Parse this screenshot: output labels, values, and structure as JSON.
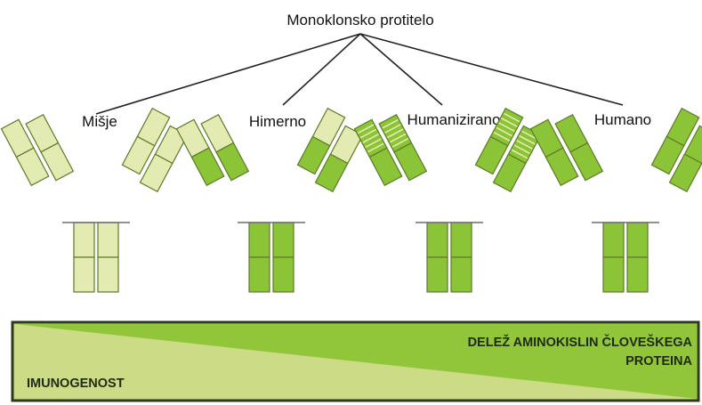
{
  "title": "Monoklonsko protitelo",
  "antibody_types": [
    {
      "label": "Mišje",
      "composition": "mouse",
      "icon": "mouse-antibody-icon"
    },
    {
      "label": "Himerno",
      "composition": "chimeric",
      "icon": "chimeric-antibody-icon"
    },
    {
      "label": "Humanizirano",
      "composition": "humanized",
      "icon": "humanized-antibody-icon"
    },
    {
      "label": "Humano",
      "composition": "human",
      "icon": "human-antibody-icon"
    }
  ],
  "gradient_band": {
    "upper_label_line1": "DELEŽ AMINOKISLIN ČLOVEŠKEGA",
    "upper_label_line2": "PROTEINA",
    "lower_label": "IMUNOGENOST"
  },
  "colors": {
    "mouse_fill": "#e3ebb2",
    "human_fill": "#8cc437",
    "outline": "#5d7a2a",
    "band_light": "#ccdb86",
    "band_dark": "#92c63a",
    "band_border": "#2b3a1e",
    "lines": "#222222"
  }
}
